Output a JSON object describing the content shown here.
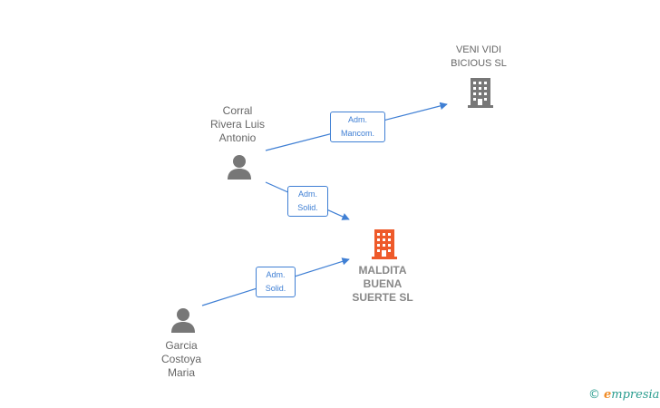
{
  "persons": [
    {
      "id": "corral",
      "label": "Corral\nRivera Luis\nAntonio"
    },
    {
      "id": "garcia",
      "label": "Garcia\nCostoya\nMaria"
    }
  ],
  "companies": [
    {
      "id": "veni",
      "label": "VENI VIDI\nBICIOUS  SL",
      "color": "#777777"
    },
    {
      "id": "maldita",
      "label": "MALDITA\nBUENA\nSUERTE  SL",
      "color": "#ee5a2a"
    }
  ],
  "relations": [
    {
      "from": "corral",
      "to": "veni",
      "label": "Adm.\nMancom."
    },
    {
      "from": "corral",
      "to": "maldita",
      "label": "Adm.\nSolid."
    },
    {
      "from": "garcia",
      "to": "maldita",
      "label": "Adm.\nSolid."
    }
  ],
  "colors": {
    "edge": "#3f7fd4",
    "person": "#777777"
  },
  "footer": {
    "copyright": "©",
    "brand_e": "e",
    "brand_rest": "mpresia"
  }
}
